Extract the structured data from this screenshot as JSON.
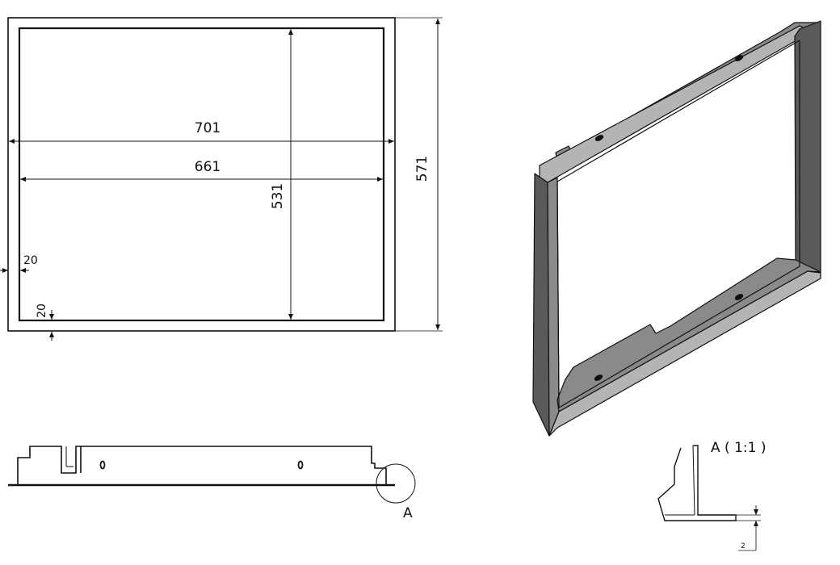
{
  "front_view": {
    "dim_outer_width": "701",
    "dim_inner_width": "661",
    "dim_inner_height": "531",
    "dim_outer_height": "571",
    "dim_border_side": "20",
    "dim_border_bottom": "20"
  },
  "section_view": {
    "label": "A"
  },
  "detail_view": {
    "title": "A ( 1:1 )",
    "dim_thickness": "2"
  },
  "colors": {
    "line": "#111111",
    "frame_dark": "#5a5a5a",
    "frame_mid": "#8a8a8a",
    "frame_light": "#b4b4b4"
  }
}
